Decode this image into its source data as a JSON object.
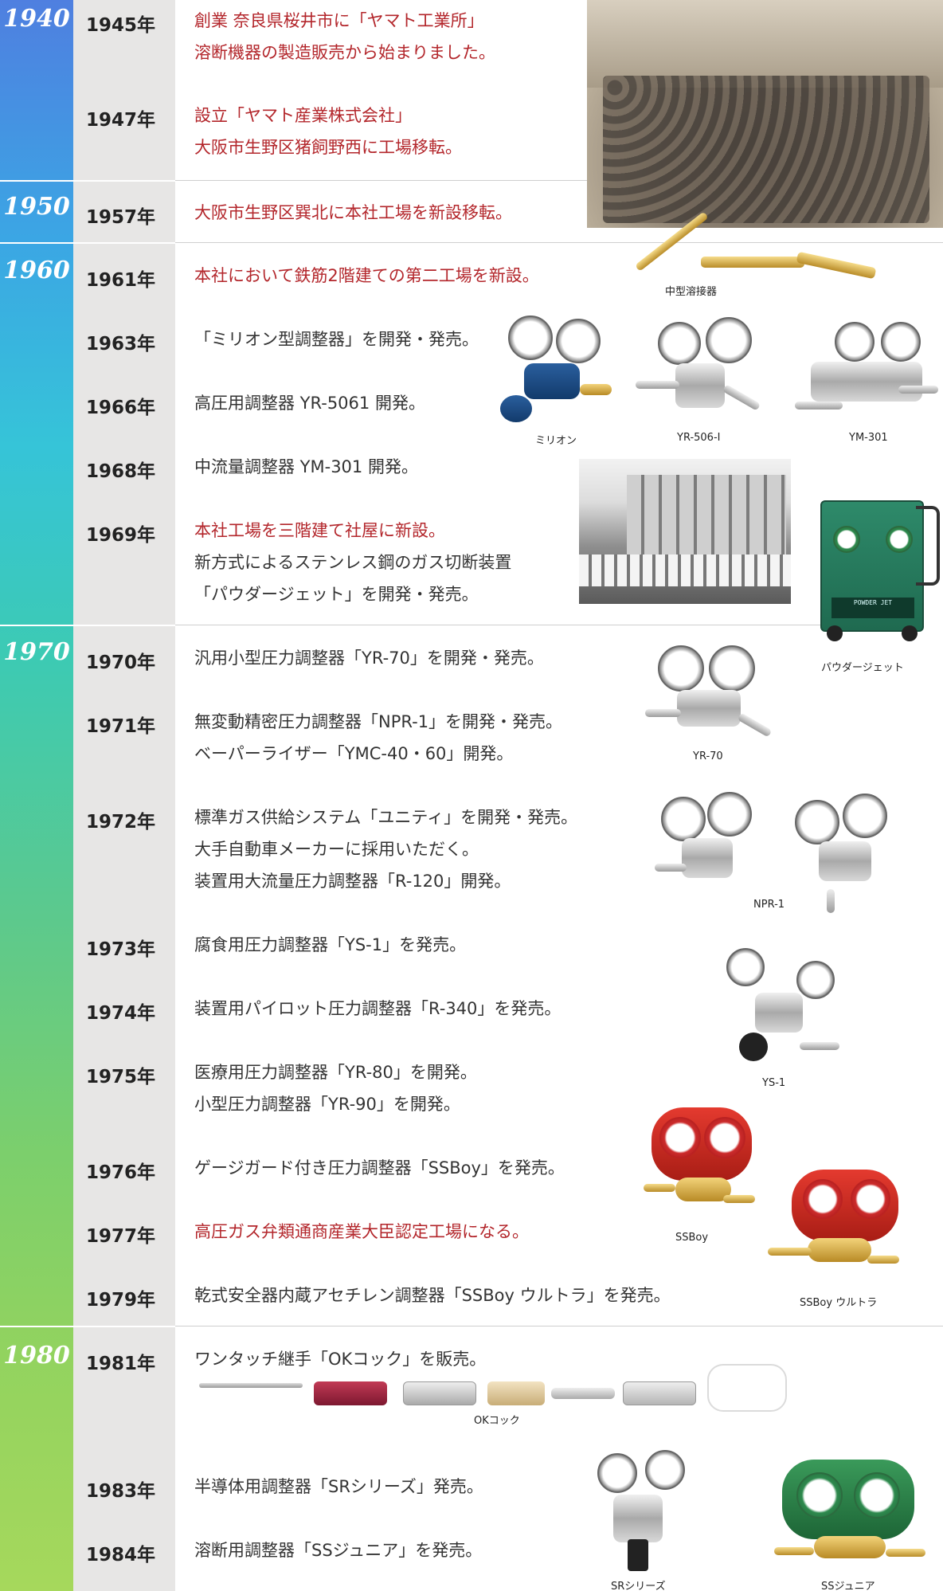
{
  "decades": [
    {
      "label": "1940"
    },
    {
      "label": "1950"
    },
    {
      "label": "1960"
    },
    {
      "label": "1970"
    },
    {
      "label": "1980"
    }
  ],
  "events": [
    {
      "year": "1945年",
      "lines": [
        "創業 奈良県桜井市に「ヤマト工業所」",
        "溶断機器の製造販売から始まりました。"
      ],
      "highlight": true
    },
    {
      "year": "1947年",
      "lines": [
        "設立「ヤマト産業株式会社」",
        "大阪市生野区猪飼野西に工場移転。"
      ],
      "highlight": true
    },
    {
      "year": "1957年",
      "lines": [
        "大阪市生野区巽北に本社工場を新設移転。"
      ],
      "highlight": true
    },
    {
      "year": "1961年",
      "lines": [
        "本社において鉄筋2階建ての第二工場を新設。"
      ],
      "highlight": true
    },
    {
      "year": "1963年",
      "lines": [
        "「ミリオン型調整器」を開発・発売。"
      ],
      "highlight": false
    },
    {
      "year": "1966年",
      "lines": [
        "高圧用調整器 YR-5061 開発。"
      ],
      "highlight": false
    },
    {
      "year": "1968年",
      "lines": [
        "中流量調整器 YM-301 開発。"
      ],
      "highlight": false
    },
    {
      "year": "1969年",
      "lines": [
        "本社工場を三階建て社屋に新設。",
        "新方式によるステンレス鋼のガス切断装置",
        "「パウダージェット」を開発・発売。"
      ],
      "highlight": "first"
    },
    {
      "year": "1970年",
      "lines": [
        "汎用小型圧力調整器「YR-70」を開発・発売。"
      ],
      "highlight": false
    },
    {
      "year": "1971年",
      "lines": [
        "無変動精密圧力調整器「NPR-1」を開発・発売。",
        "ベーパーライザー「YMC-40・60」開発。"
      ],
      "highlight": false
    },
    {
      "year": "1972年",
      "lines": [
        "標準ガス供給システム「ユニティ」を開発・発売。",
        "大手自動車メーカーに採用いただく。",
        "装置用大流量圧力調整器「R-120」開発。"
      ],
      "highlight": false
    },
    {
      "year": "1973年",
      "lines": [
        "腐食用圧力調整器「YS-1」を発売。"
      ],
      "highlight": false
    },
    {
      "year": "1974年",
      "lines": [
        "装置用パイロット圧力調整器「R-340」を発売。"
      ],
      "highlight": false
    },
    {
      "year": "1975年",
      "lines": [
        "医療用圧力調整器「YR-80」を開発。",
        "小型圧力調整器「YR-90」を開発。"
      ],
      "highlight": false
    },
    {
      "year": "1976年",
      "lines": [
        "ゲージガード付き圧力調整器「SSBoy」を発売。"
      ],
      "highlight": false
    },
    {
      "year": "1977年",
      "lines": [
        "高圧ガス弁類通商産業大臣認定工場になる。"
      ],
      "highlight": true
    },
    {
      "year": "1979年",
      "lines": [
        "乾式安全器内蔵アセチレン調整器「SSBoy ウルトラ」を発売。"
      ],
      "highlight": false
    },
    {
      "year": "1981年",
      "lines": [
        "ワンタッチ継手「OKコック」を販売。"
      ],
      "highlight": false
    },
    {
      "year": "1983年",
      "lines": [
        "半導体用調整器「SRシリーズ」発売。"
      ],
      "highlight": false
    },
    {
      "year": "1984年",
      "lines": [
        "溶断用調整器「SSジュニア」を発売。"
      ],
      "highlight": false
    }
  ],
  "captions": {
    "medium_torch": "中型溶接器",
    "million": "ミリオン",
    "yr506": "YR-506-I",
    "ym301": "YM-301",
    "powder_jet": "パウダージェット",
    "yr70": "YR-70",
    "npr1": "NPR-1",
    "ys1": "YS-1",
    "ssboy": "SSBoy",
    "ssboy_ultra": "SSBoy ウルトラ",
    "okcock": "OKコック",
    "sr_series": "SRシリーズ",
    "ss_junior": "SSジュニア"
  },
  "powder_jet_plate": "POWDER JET",
  "colors": {
    "highlight_text": "#b3262b",
    "body_text": "#333333",
    "year_column_bg": "#e7e6e5"
  }
}
